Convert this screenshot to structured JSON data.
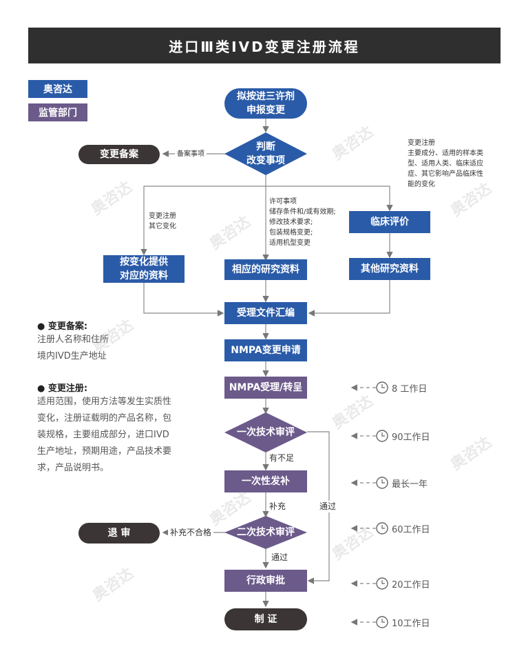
{
  "title": "进口Ⅲ类IVD变更注册流程",
  "legend": {
    "company": "奥咨达",
    "regulator": "监管部门"
  },
  "nodes": {
    "start": "拟按进三许剂\n申报变更",
    "judge": "判断\n改变事项",
    "filing": "变更备案",
    "provide": "按变化提供\n对应的资料",
    "research": "相应的研究资料",
    "clinical": "临床评价",
    "other_research": "其他研究资料",
    "compile": "受理文件汇编",
    "nmpa_apply": "NMPA变更申请",
    "nmpa_accept": "NMPA受理/转呈",
    "review1": "一次技术审评",
    "supplement": "一次性发补",
    "review2": "二次技术审评",
    "approval": "行政审批",
    "certificate": "制 证",
    "refund": "退 审"
  },
  "edge_labels": {
    "filing": "备案事项",
    "other_change": "变更注册\n其它变化",
    "license_items": "许可事项\n储存条件和/或有效期;\n修改技术要求;\n包装规格变更;\n适用机型变更",
    "registration_change": "变更注册\n主要成分、适用的样本类\n型、适用人类、临床适应\n症、其它影响产品临床性\n能的变化",
    "insufficient": "有不足",
    "supplement": "补充",
    "pass1": "通过",
    "pass2": "通过",
    "unqualified": "补充不合格"
  },
  "notes": {
    "filing_title": "变更备案:",
    "filing_body": [
      "注册人名称和住所",
      "境内IVD生产地址"
    ],
    "reg_title": "变更注册:",
    "reg_body": [
      "适用范围，使用方法等发生实质性",
      "变化，注册证载明的产品名称，包",
      "装规格，主要组成部分，进口IVD",
      "生产地址，预期用途，产品技术要",
      "求，产品说明书。"
    ]
  },
  "timings": [
    "8 工作日",
    "90工作日",
    "最长一年",
    "60工作日",
    "20工作日",
    "10工作日"
  ],
  "watermark": "奥咨达",
  "colors": {
    "blue": "#2a5ba8",
    "purple": "#6b5a8a",
    "dark": "#3b3535",
    "title_bg": "#2f2f2f"
  }
}
